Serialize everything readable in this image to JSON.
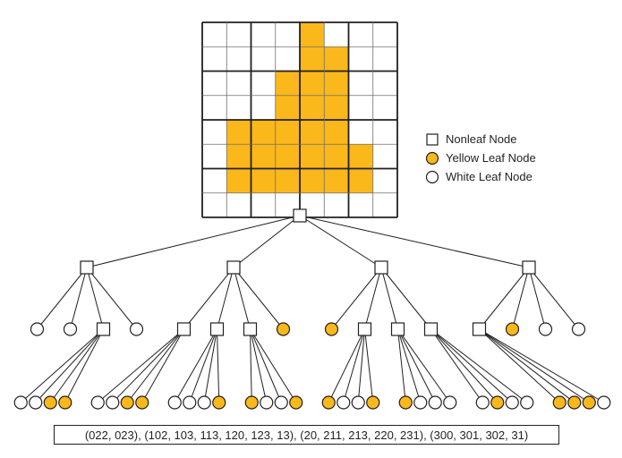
{
  "colors": {
    "yellow": "#fbb81a",
    "white": "#ffffff",
    "line": "#231f20",
    "thin_grid": "#6d6e71"
  },
  "grid": {
    "size": 8,
    "yellow_rows": [
      [
        0,
        0,
        0,
        0,
        1,
        0,
        0,
        0
      ],
      [
        0,
        0,
        0,
        0,
        1,
        1,
        0,
        0
      ],
      [
        0,
        0,
        0,
        1,
        1,
        1,
        0,
        0
      ],
      [
        0,
        0,
        0,
        1,
        1,
        1,
        0,
        0
      ],
      [
        0,
        1,
        1,
        1,
        1,
        1,
        0,
        0
      ],
      [
        0,
        1,
        1,
        1,
        1,
        1,
        1,
        0
      ],
      [
        0,
        1,
        1,
        1,
        1,
        1,
        1,
        0
      ],
      [
        0,
        0,
        0,
        0,
        0,
        0,
        0,
        0
      ]
    ]
  },
  "legend": {
    "items": [
      {
        "symbol": "nonleaf",
        "label": "Nonleaf Node"
      },
      {
        "symbol": "yellow",
        "label": "Yellow Leaf Node"
      },
      {
        "symbol": "white",
        "label": "White Leaf Node"
      }
    ]
  },
  "tree": {
    "children": [
      {
        "children": [
          "w",
          "w",
          {
            "children": [
              "w",
              "w",
              "y",
              "y"
            ]
          },
          "w"
        ]
      },
      {
        "children": [
          {
            "children": [
              "w",
              "w",
              "y",
              "y"
            ]
          },
          {
            "children": [
              "w",
              "w",
              "w",
              "y"
            ]
          },
          {
            "children": [
              "y",
              "w",
              "w",
              "y"
            ]
          },
          "y"
        ]
      },
      {
        "children": [
          "y",
          {
            "children": [
              "y",
              "w",
              "w",
              "y"
            ]
          },
          {
            "children": [
              "y",
              "w",
              "w",
              "w"
            ]
          },
          {
            "children": [
              "w",
              "y",
              "w",
              "w"
            ]
          }
        ]
      },
      {
        "children": [
          {
            "children": [
              "y",
              "y",
              "y",
              "w"
            ]
          },
          "y",
          "w",
          "w"
        ]
      }
    ]
  },
  "caption": "(022, 023), (102, 103, 113, 120, 123, 13), (20, 211, 213, 220, 231), (300, 301, 302, 31)"
}
